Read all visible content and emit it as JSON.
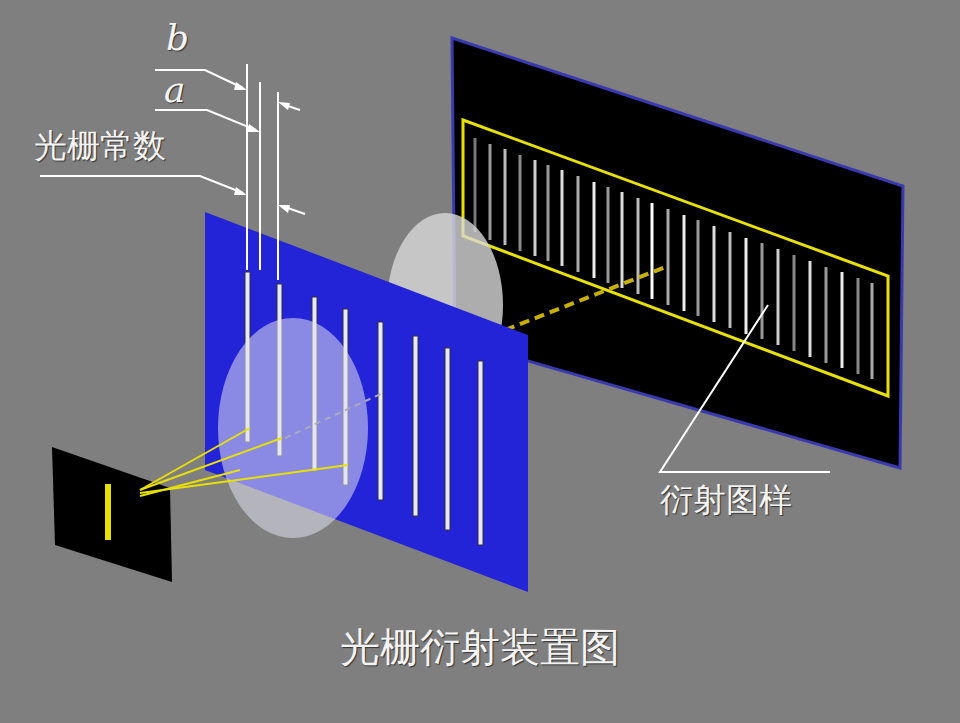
{
  "diagram": {
    "caption": "光栅衍射装置图",
    "labels": [
      "b",
      "a",
      "光栅常数",
      "衍射图样"
    ]
  }
}
